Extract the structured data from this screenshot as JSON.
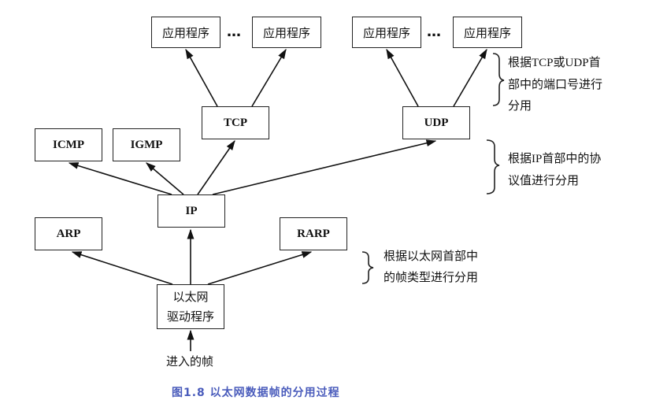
{
  "nodes": {
    "app1": "应用程序",
    "app2": "应用程序",
    "app3": "应用程序",
    "app4": "应用程序",
    "tcp": "TCP",
    "udp": "UDP",
    "icmp": "ICMP",
    "igmp": "IGMP",
    "ip": "IP",
    "arp": "ARP",
    "rarp": "RARP",
    "driver_line1": "以太网",
    "driver_line2": "驱动程序"
  },
  "ellipsis": "…",
  "input_label": "进入的帧",
  "annotations": {
    "port_demux": {
      "line1_pre": "根据",
      "line1_latin1": "TCP",
      "line1_mid": "或",
      "line1_latin2": "UDP",
      "line1_post": "首",
      "line2": "部中的端口号进行",
      "line3": "分用"
    },
    "protocol_demux": {
      "line1_pre": "根据",
      "line1_latin": "IP",
      "line1_post": "首部中的协",
      "line2": "议值进行分用"
    },
    "frame_type_demux": {
      "line1": "根据以太网首部中",
      "line2": "的帧类型进行分用"
    }
  },
  "caption": "图1.8  以太网数据帧的分用过程",
  "edges": [
    {
      "from": "driver",
      "to": "arp"
    },
    {
      "from": "driver",
      "to": "ip"
    },
    {
      "from": "driver",
      "to": "rarp"
    },
    {
      "from": "ip",
      "to": "icmp"
    },
    {
      "from": "ip",
      "to": "igmp"
    },
    {
      "from": "ip",
      "to": "tcp"
    },
    {
      "from": "ip",
      "to": "udp"
    },
    {
      "from": "tcp",
      "to": "app1"
    },
    {
      "from": "tcp",
      "to": "app2"
    },
    {
      "from": "udp",
      "to": "app3"
    },
    {
      "from": "udp",
      "to": "app4"
    },
    {
      "from": "input",
      "to": "driver"
    }
  ]
}
